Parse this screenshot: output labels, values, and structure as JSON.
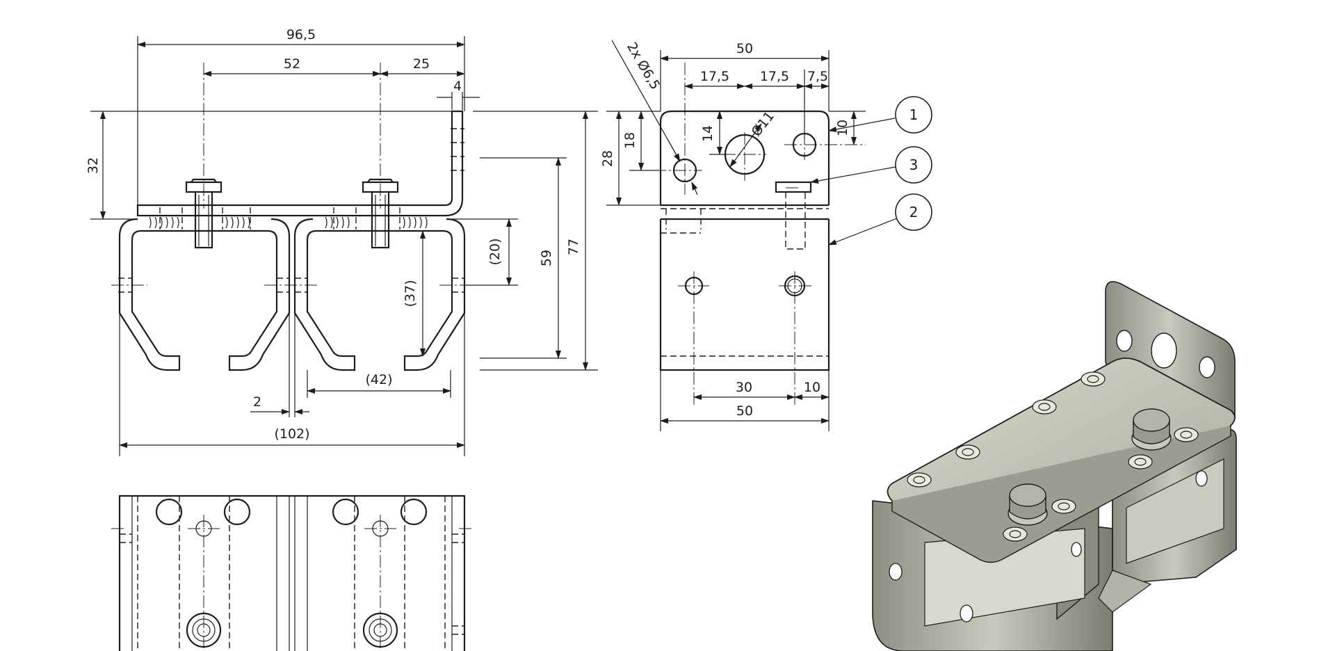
{
  "dimensions": {
    "overall_top": "96,5",
    "bolt_spacing": "52",
    "bolt_to_edge": "25",
    "flange_thickness": "4",
    "plate_height": "32",
    "height_59": "59",
    "height_77": "77",
    "ref_20": "(20)",
    "ref_37": "(37)",
    "ref_42": "(42)",
    "gap_2": "2",
    "overall_bottom": "(102)",
    "side_width_top": "50",
    "hole_spacing_a": "17,5",
    "hole_spacing_b": "17,5",
    "hole_spacing_c": "7,5",
    "hole_callout": "2x Ø6,5",
    "big_hole": "Ø11",
    "side_28": "28",
    "side_18": "18",
    "side_14": "14",
    "side_10": "10",
    "bottom_30": "30",
    "bottom_10": "10",
    "bottom_50": "50"
  },
  "balloons": [
    "1",
    "3",
    "2"
  ]
}
